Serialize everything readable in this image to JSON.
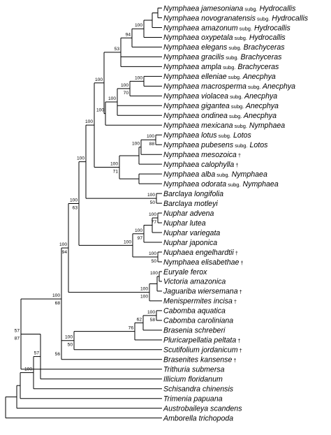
{
  "tree": {
    "taxa": [
      {
        "genus": "Nymphaea",
        "epithet": "jamesoniana",
        "subg_prefix": "subg.",
        "subgenus": "Hydrocallis",
        "dagger": ""
      },
      {
        "genus": "Nymphaea",
        "epithet": "novogranatensis",
        "subg_prefix": "subg.",
        "subgenus": "Hydrocallis",
        "dagger": ""
      },
      {
        "genus": "Nymphaea",
        "epithet": "amazonum",
        "subg_prefix": "subg.",
        "subgenus": "Hydrocallis",
        "dagger": ""
      },
      {
        "genus": "Nymphaea",
        "epithet": "oxypetala",
        "subg_prefix": "subg.",
        "subgenus": "Hydrocallis",
        "dagger": ""
      },
      {
        "genus": "Nymphaea",
        "epithet": "elegans",
        "subg_prefix": "subg.",
        "subgenus": "Brachyceras",
        "dagger": ""
      },
      {
        "genus": "Nymphaea",
        "epithet": "gracilis",
        "subg_prefix": "subg.",
        "subgenus": "Brachyceras",
        "dagger": ""
      },
      {
        "genus": "Nymphaea",
        "epithet": "ampla",
        "subg_prefix": "subg.",
        "subgenus": "Brachyceras",
        "dagger": ""
      },
      {
        "genus": "Nymphaea",
        "epithet": "elleniae",
        "subg_prefix": "subg.",
        "subgenus": "Anecphya",
        "dagger": ""
      },
      {
        "genus": "Nymphaea",
        "epithet": "macrosperma",
        "subg_prefix": "subg.",
        "subgenus": "Anecphya",
        "dagger": ""
      },
      {
        "genus": "Nymphaea",
        "epithet": "violacea",
        "subg_prefix": "subg.",
        "subgenus": "Anecphya",
        "dagger": ""
      },
      {
        "genus": "Nymphaea",
        "epithet": "gigantea",
        "subg_prefix": "subg.",
        "subgenus": "Anecphya",
        "dagger": ""
      },
      {
        "genus": "Nymphaea",
        "epithet": "ondinea",
        "subg_prefix": "subg.",
        "subgenus": "Anecphya",
        "dagger": ""
      },
      {
        "genus": "Nymphaea",
        "epithet": "mexicana",
        "subg_prefix": "subg.",
        "subgenus": "Nymphaea",
        "dagger": ""
      },
      {
        "genus": "Nymphaea",
        "epithet": "lotus",
        "subg_prefix": "subg.",
        "subgenus": "Lotos",
        "dagger": ""
      },
      {
        "genus": "Nymphaea",
        "epithet": "pubesens",
        "subg_prefix": "subg.",
        "subgenus": "Lotos",
        "dagger": ""
      },
      {
        "genus": "Nymphaea",
        "epithet": "mesozoica",
        "subg_prefix": "",
        "subgenus": "",
        "dagger": "†"
      },
      {
        "genus": "Nymphaea",
        "epithet": "calophylla",
        "subg_prefix": "",
        "subgenus": "",
        "dagger": "†"
      },
      {
        "genus": "Nymphaea",
        "epithet": "alba",
        "subg_prefix": "subg.",
        "subgenus": "Nymphaea",
        "dagger": ""
      },
      {
        "genus": "Nymphaea",
        "epithet": "odorata",
        "subg_prefix": "subg.",
        "subgenus": "Nymphaea",
        "dagger": ""
      },
      {
        "genus": "Barclaya",
        "epithet": "longifolia",
        "subg_prefix": "",
        "subgenus": "",
        "dagger": ""
      },
      {
        "genus": "Barclaya",
        "epithet": "motleyi",
        "subg_prefix": "",
        "subgenus": "",
        "dagger": ""
      },
      {
        "genus": "Nuphar",
        "epithet": "advena",
        "subg_prefix": "",
        "subgenus": "",
        "dagger": ""
      },
      {
        "genus": "Nuphar",
        "epithet": "lutea",
        "subg_prefix": "",
        "subgenus": "",
        "dagger": ""
      },
      {
        "genus": "Nuphar",
        "epithet": "variegata",
        "subg_prefix": "",
        "subgenus": "",
        "dagger": ""
      },
      {
        "genus": "Nuphar",
        "epithet": "japonica",
        "subg_prefix": "",
        "subgenus": "",
        "dagger": ""
      },
      {
        "genus": "Nuphaea",
        "epithet": "engelhardtii",
        "subg_prefix": "",
        "subgenus": "",
        "dagger": "†"
      },
      {
        "genus": "Nymphaea",
        "epithet": "elisabethae",
        "subg_prefix": "",
        "subgenus": "",
        "dagger": "†"
      },
      {
        "genus": "Euryale",
        "epithet": "ferox",
        "subg_prefix": "",
        "subgenus": "",
        "dagger": ""
      },
      {
        "genus": "Victoria",
        "epithet": "amazonica",
        "subg_prefix": "",
        "subgenus": "",
        "dagger": ""
      },
      {
        "genus": "Jaguariba",
        "epithet": "wiersemana",
        "subg_prefix": "",
        "subgenus": "",
        "dagger": "†"
      },
      {
        "genus": "Menispermites",
        "epithet": "incisa",
        "subg_prefix": "",
        "subgenus": "",
        "dagger": "†"
      },
      {
        "genus": "Cabomba",
        "epithet": "aquatica",
        "subg_prefix": "",
        "subgenus": "",
        "dagger": ""
      },
      {
        "genus": "Cabomba",
        "epithet": "caroliniana",
        "subg_prefix": "",
        "subgenus": "",
        "dagger": ""
      },
      {
        "genus": "Brasenia",
        "epithet": "schreberi",
        "subg_prefix": "",
        "subgenus": "",
        "dagger": ""
      },
      {
        "genus": "Pluricarpellatia",
        "epithet": "peltata",
        "subg_prefix": "",
        "subgenus": "",
        "dagger": "†"
      },
      {
        "genus": "Scutifolium",
        "epithet": "jordanicum",
        "subg_prefix": "",
        "subgenus": "",
        "dagger": "†"
      },
      {
        "genus": "Brasenites",
        "epithet": "kansense",
        "subg_prefix": "",
        "subgenus": "",
        "dagger": "†"
      },
      {
        "genus": "Trithuria",
        "epithet": "submersa",
        "subg_prefix": "",
        "subgenus": "",
        "dagger": ""
      },
      {
        "genus": "Illicium",
        "epithet": "floridanum",
        "subg_prefix": "",
        "subgenus": "",
        "dagger": ""
      },
      {
        "genus": "Schisandra",
        "epithet": "chinensis",
        "subg_prefix": "",
        "subgenus": "",
        "dagger": ""
      },
      {
        "genus": "Trimenia",
        "epithet": "papuana",
        "subg_prefix": "",
        "subgenus": "",
        "dagger": ""
      },
      {
        "genus": "Austrobaileya",
        "epithet": "scandens",
        "subg_prefix": "",
        "subgenus": "",
        "dagger": ""
      },
      {
        "genus": "Amborella",
        "epithet": "trichopoda",
        "subg_prefix": "",
        "subgenus": "",
        "dagger": ""
      }
    ],
    "nodes": [
      {
        "id": "n_hyd1",
        "top": "100",
        "bottom": ""
      },
      {
        "id": "n_hyd2",
        "top": "",
        "bottom": ""
      },
      {
        "id": "n_hyd3",
        "top": "",
        "bottom": ""
      },
      {
        "id": "n_hydb",
        "top": "94",
        "bottom": ""
      },
      {
        "id": "n_hb",
        "top": "53",
        "bottom": ""
      },
      {
        "id": "n_anec1",
        "top": "100",
        "bottom": ""
      },
      {
        "id": "n_anec2",
        "top": "100",
        "bottom": "70"
      },
      {
        "id": "n_anec3",
        "top": "100",
        "bottom": ""
      },
      {
        "id": "n_anecmex",
        "top": "100",
        "bottom": ""
      },
      {
        "id": "n_hban",
        "top": "100",
        "bottom": ""
      },
      {
        "id": "n_lotos",
        "top": "100",
        "bottom": "88"
      },
      {
        "id": "n_lotmes",
        "top": "100",
        "bottom": ""
      },
      {
        "id": "n_lotcal",
        "top": "",
        "bottom": ""
      },
      {
        "id": "n_nymph",
        "top": "100",
        "bottom": "71"
      },
      {
        "id": "n_nymcore",
        "top": "100",
        "bottom": ""
      },
      {
        "id": "n_barc",
        "top": "100",
        "bottom": "50"
      },
      {
        "id": "n_nymbar",
        "top": "100",
        "bottom": ""
      },
      {
        "id": "n_nuph1",
        "top": "100",
        "bottom": "77"
      },
      {
        "id": "n_nuph2",
        "top": "",
        "bottom": ""
      },
      {
        "id": "n_nuph3",
        "top": "100",
        "bottom": "97"
      },
      {
        "id": "n_eng",
        "top": "100",
        "bottom": "50"
      },
      {
        "id": "n_nuphall",
        "top": "100",
        "bottom": ""
      },
      {
        "id": "n_nympinner",
        "top": "100",
        "bottom": "63"
      },
      {
        "id": "n_eur",
        "top": "100",
        "bottom": "100"
      },
      {
        "id": "n_eur2",
        "top": "",
        "bottom": ""
      },
      {
        "id": "n_eur3",
        "top": "100",
        "bottom": ""
      },
      {
        "id": "n_nymphaeales",
        "top": "100",
        "bottom": "94"
      },
      {
        "id": "n_cab",
        "top": "100",
        "bottom": "58"
      },
      {
        "id": "n_cab2",
        "top": "62",
        "bottom": ""
      },
      {
        "id": "n_cab3",
        "top": "76",
        "bottom": ""
      },
      {
        "id": "n_cab4",
        "top": "100",
        "bottom": "50"
      },
      {
        "id": "n_cab5",
        "top": "",
        "bottom": "56"
      },
      {
        "id": "n_nymcab",
        "top": "100",
        "bottom": "68"
      },
      {
        "id": "n_trit",
        "top": "57",
        "bottom": "87"
      },
      {
        "id": "n_trit2",
        "top": "57",
        "bottom": ""
      },
      {
        "id": "n_ill",
        "top": "100",
        "bottom": ""
      },
      {
        "id": "n_trim",
        "top": "",
        "bottom": ""
      },
      {
        "id": "n_aust",
        "top": "",
        "bottom": ""
      },
      {
        "id": "n_root",
        "top": "",
        "bottom": ""
      }
    ]
  }
}
